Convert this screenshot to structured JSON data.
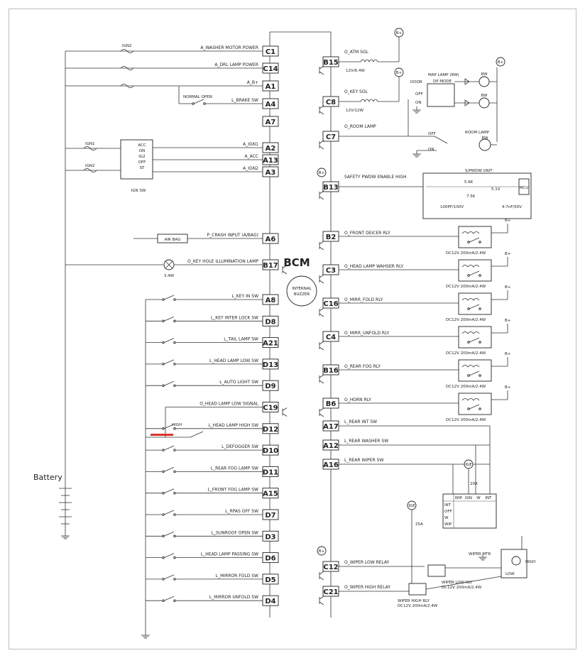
{
  "module": {
    "name": "BCM",
    "buzzer": [
      "INTERNAL",
      "BUZZER"
    ]
  },
  "battery_label": "Battery",
  "left_feed_pins": [
    {
      "pin": "C1",
      "label": "A_WASHER MOTOR POWER",
      "fuse": "IGN2"
    },
    {
      "pin": "C14",
      "label": "A_DRL LAMP POWER",
      "fuse": ""
    },
    {
      "pin": "A1",
      "label": "A_B+",
      "fuse": ""
    },
    {
      "pin": "A4",
      "label": "L_BRAKE SW",
      "fuse": "NORMAL OPEN"
    },
    {
      "pin": "A7",
      "label": "",
      "fuse": ""
    }
  ],
  "ign_pins": [
    {
      "pin": "A2",
      "label": "A_IGN1"
    },
    {
      "pin": "A13",
      "label": "A_ACC"
    },
    {
      "pin": "A3",
      "label": "A_IGN2"
    }
  ],
  "ign_switch": {
    "label": "IGN SW",
    "fuse1": "IGN1",
    "fuse2": "IGN2",
    "positions": [
      "ACC",
      "ON",
      "IG2",
      "OFF",
      "ST"
    ]
  },
  "crash": {
    "pin": "A6",
    "label": "P_CRASH INPUT (A/BAG)",
    "device": "AIR BAG"
  },
  "keyhole": {
    "pin": "B17",
    "label": "O_KEY HOLE ILLUMINATION LAMP",
    "watt": "3.4W"
  },
  "switch_pins": [
    {
      "pin": "A8",
      "label": "L_KEY IN SW"
    },
    {
      "pin": "D8",
      "label": "L_KEY INTER LOCK SW"
    },
    {
      "pin": "A21",
      "label": "L_TAIL LAMP SW"
    },
    {
      "pin": "D13",
      "label": "L_HEAD LAMP LOW SW"
    },
    {
      "pin": "D9",
      "label": "L_AUTO LIGHT SW"
    },
    {
      "pin": "C19",
      "label": "O_HEAD LAMP LOW SIGNAL"
    },
    {
      "pin": "D12",
      "label": "L_HEAD LAMP HIGH SW"
    },
    {
      "pin": "D10",
      "label": "L_DEFOGGER SW"
    },
    {
      "pin": "D11",
      "label": "L_REAR FOG LAMP SW"
    },
    {
      "pin": "A15",
      "label": "L_FRONT FOG LAMP SW"
    },
    {
      "pin": "D7",
      "label": "L_RPAS OFF SW"
    },
    {
      "pin": "D3",
      "label": "L_SUNROOF OPEN SW"
    },
    {
      "pin": "D6",
      "label": "L_HEAD LAMP PASSING SW"
    },
    {
      "pin": "D5",
      "label": "L_MIRROR FOLD SW"
    },
    {
      "pin": "D4",
      "label": "L_MIRROR UNFOLD SW"
    }
  ],
  "high_label": "HIGH",
  "right_top": [
    {
      "pin": "B15",
      "label": "O_ATM SOL",
      "spec": "12V/6.4W"
    },
    {
      "pin": "C8",
      "label": "O_KEY SOL",
      "spec": "12V/12W"
    },
    {
      "pin": "C7",
      "label": "O_ROOM LAMP",
      "spec": ""
    },
    {
      "pin": "B13",
      "label": "SAFETY PWDW ENABLE HIGH",
      "spec": ""
    }
  ],
  "map_lamp": {
    "title": "MAP LAMP (8W)",
    "mode": "DP MODE",
    "positions": [
      "DOOR",
      "OFF",
      "ON"
    ],
    "bulb": "8W"
  },
  "room_lamp": {
    "title": "ROOM LAMP",
    "bulb": "8W",
    "positions": [
      "OFF",
      "ON"
    ]
  },
  "sp_unit": {
    "title": "S/PWDW UNIT",
    "parts": [
      "5.6K",
      "7.5K",
      "5.1V",
      "100PF/100V",
      "4.7nF/50V",
      "MCU"
    ]
  },
  "relay_pins": [
    {
      "pin": "B2",
      "label": "O_FRONT DEICER RLY",
      "spec": "DC12V 200mA/2.4W"
    },
    {
      "pin": "C3",
      "label": "O_HEAD LAMP WAHSER RLY",
      "spec": "DC12V 200mA/2.4W"
    },
    {
      "pin": "C16",
      "label": "O_MIRR_FOLD RLY",
      "spec": "DC12V 200mA/2.4W"
    },
    {
      "pin": "C4",
      "label": "O_MIRR_UNFOLD RLY",
      "spec": "DC12V 200mA/2.4W"
    },
    {
      "pin": "B16",
      "label": "O_REAR FOG RLY",
      "spec": "DC12V 200mA/2.4W"
    },
    {
      "pin": "B6",
      "label": "O_HORN RLY",
      "spec": "DC12V 200mA/2.4W"
    }
  ],
  "rear_pins": [
    {
      "pin": "A17",
      "label": "L_REAR INT SW"
    },
    {
      "pin": "A12",
      "label": "L_REAR WASHER SW"
    },
    {
      "pin": "A16",
      "label": "L_REAR WIPER SW"
    }
  ],
  "wiper_table": {
    "headers": [
      "WIP",
      "IGN",
      "W",
      "INT"
    ],
    "rows": [
      "INT",
      "OFF",
      "W",
      "WIP"
    ],
    "fuse": "IGE",
    "fuse_rating": "20A"
  },
  "wiper_pins": [
    {
      "pin": "C12",
      "label": "O_WIPER LOW RELAY"
    },
    {
      "pin": "C21",
      "label": "O_WIPER HIGH RELAY"
    }
  ],
  "wiper_parts": {
    "fuse": "IGE",
    "fuse_rating": "25A",
    "motor": "WIPER MTR",
    "high": "HIGH",
    "low": "LOW",
    "low_rly": "WIPER LOW RLY",
    "low_spec": "DC12V 200mA/2.4W",
    "high_rly": "WIPER HIGH RLY",
    "high_spec": "DC12V 200mA/2.4W"
  },
  "bplus": "B+",
  "colors": {
    "line": "#333333",
    "highlight": "#d9332b",
    "pin_border": "#222222"
  }
}
